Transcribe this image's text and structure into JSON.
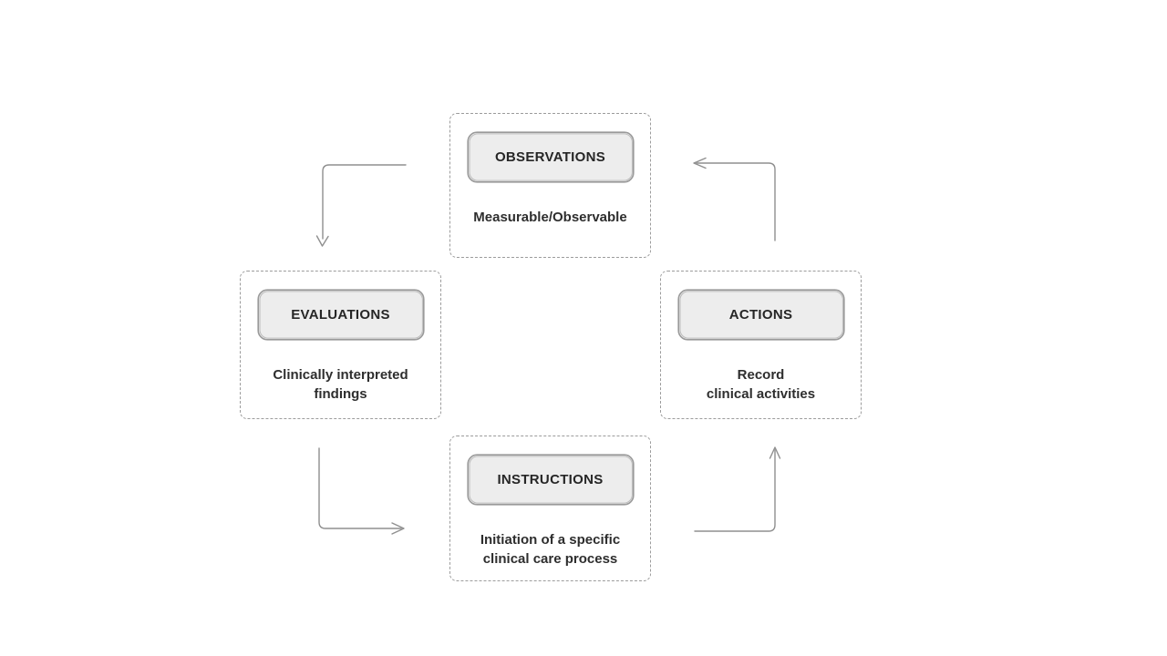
{
  "diagram": {
    "nodes": [
      {
        "id": "observations",
        "label": "OBSERVATIONS",
        "description": "Measurable/Observable"
      },
      {
        "id": "evaluations",
        "label": "EVALUATIONS",
        "description": "Clinically interpreted\nfindings"
      },
      {
        "id": "actions",
        "label": "ACTIONS",
        "description": "Record\nclinical activities"
      },
      {
        "id": "instructions",
        "label": "INSTRUCTIONS",
        "description": "Initiation of a specific\nclinical care process"
      }
    ],
    "edges": [
      {
        "from": "observations",
        "to": "evaluations",
        "shape": "elbow",
        "arrowhead": "down"
      },
      {
        "from": "evaluations",
        "to": "instructions",
        "shape": "elbow",
        "arrowhead": "right"
      },
      {
        "from": "instructions",
        "to": "actions",
        "shape": "elbow",
        "arrowhead": "up"
      },
      {
        "from": "actions",
        "to": "observations",
        "shape": "elbow",
        "arrowhead": "left"
      }
    ],
    "colors": {
      "background": "#ffffff",
      "box_dashed_border": "#9c9c9c",
      "pill_fill": "#ededed",
      "pill_border": "#9a9a9a",
      "arrow": "#8f8f8f",
      "text": "#2b2b2b"
    }
  }
}
